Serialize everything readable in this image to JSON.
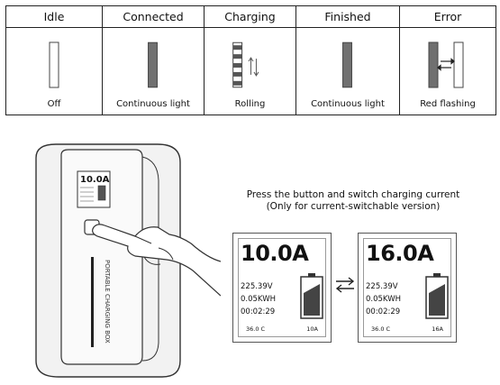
{
  "status_table": {
    "columns": [
      {
        "header": "Idle",
        "caption": "Off",
        "icon": "off-indicator-bar-icon"
      },
      {
        "header": "Connected",
        "caption": "Continuous light",
        "icon": "solid-indicator-bar-icon"
      },
      {
        "header": "Charging",
        "caption": "Rolling",
        "icon": "rolling-indicator-bar-icon"
      },
      {
        "header": "Finished",
        "caption": "Continuous light",
        "icon": "solid-indicator-bar-icon"
      },
      {
        "header": "Error",
        "caption": "Red flashing",
        "icon": "flashing-indicator-bar-icon"
      }
    ]
  },
  "device": {
    "screen_current": "10.0A",
    "side_label": "PORTABLE CHARGING BOX"
  },
  "instruction": {
    "line1": "Press the button and switch charging current",
    "line2": "(Only for current-switchable version)"
  },
  "screens": [
    {
      "current": "10.0A",
      "voltage": "225.39V",
      "energy": "0.05KWH",
      "time": "00:02:29",
      "temp": "36.0 C",
      "setting": "10A"
    },
    {
      "current": "16.0A",
      "voltage": "225.39V",
      "energy": "0.05KWH",
      "time": "00:02:29",
      "temp": "36.0 C",
      "setting": "16A"
    }
  ],
  "colors": {
    "line": "#222222",
    "fill_dark": "#6e6e6e",
    "fill_light": "#bdbdbd"
  }
}
